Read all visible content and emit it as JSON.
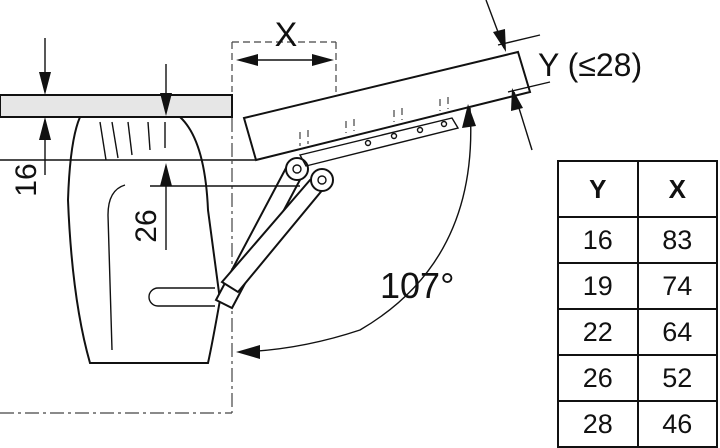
{
  "labels": {
    "x_dimension": "X",
    "y_dimension": "Y (≤28)",
    "dim_16": "16",
    "dim_26": "26",
    "angle": "107°"
  },
  "table": {
    "headers": [
      "Y",
      "X"
    ],
    "rows": [
      [
        "16",
        "83"
      ],
      [
        "19",
        "74"
      ],
      [
        "22",
        "64"
      ],
      [
        "26",
        "52"
      ],
      [
        "28",
        "46"
      ]
    ]
  }
}
